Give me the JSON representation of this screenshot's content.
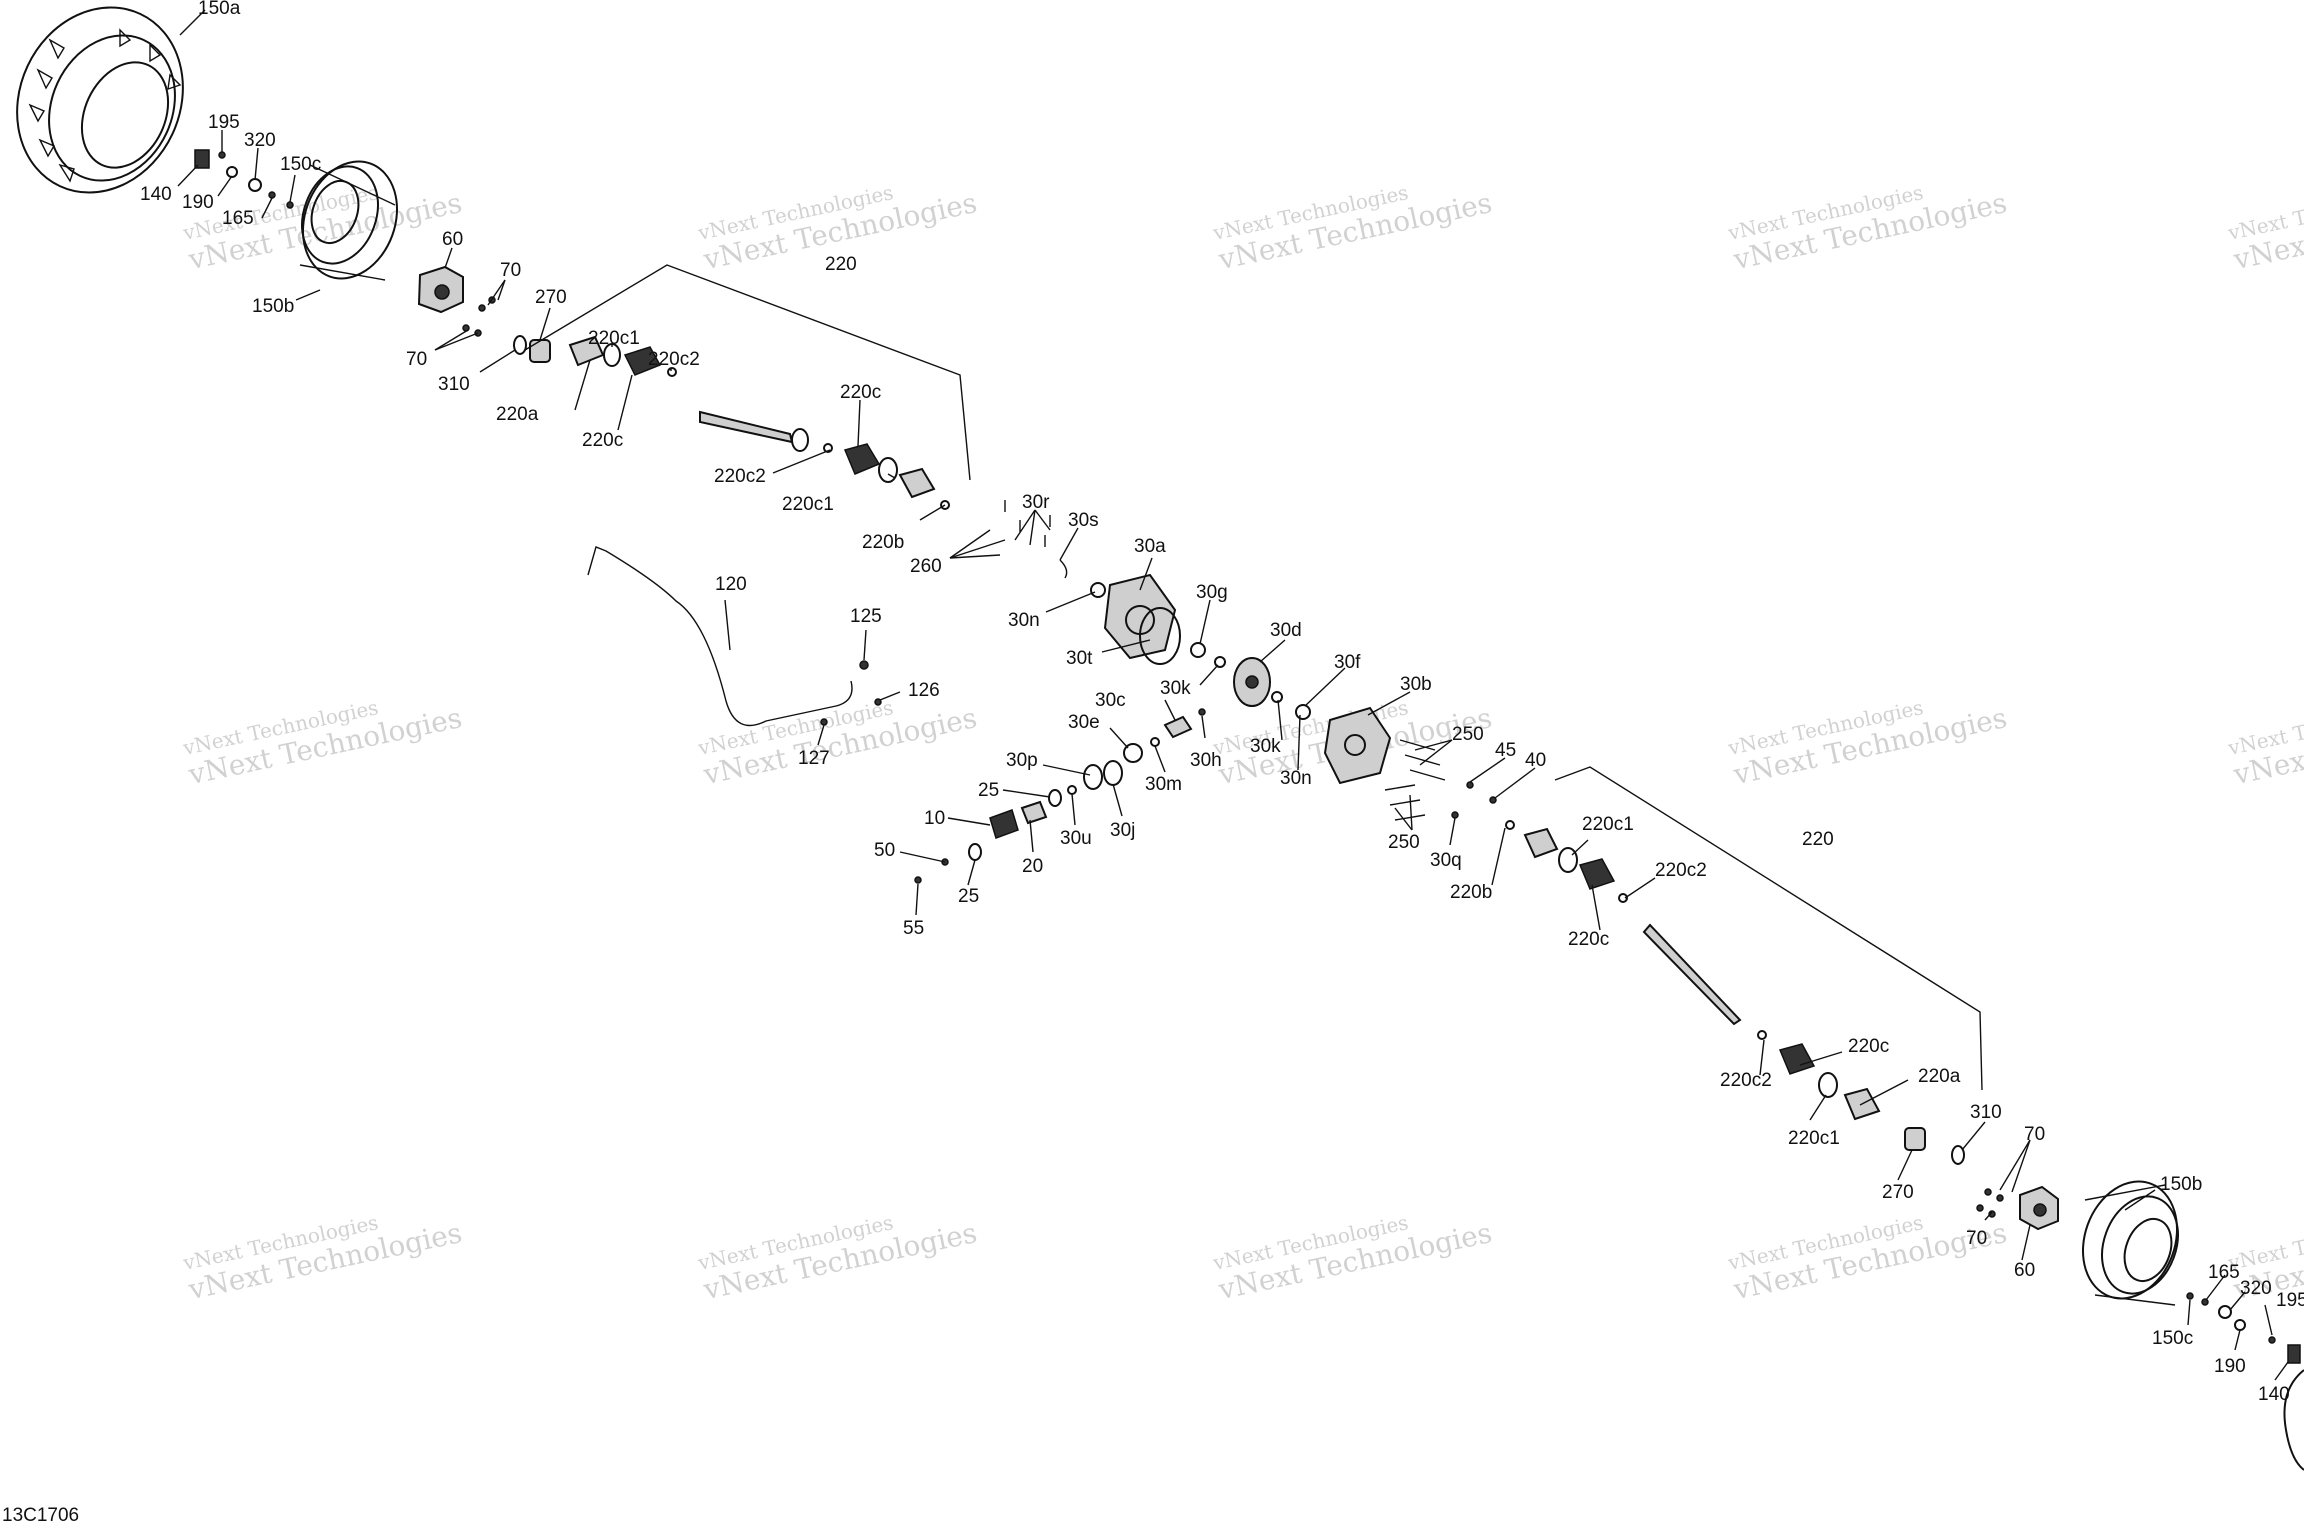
{
  "drawing_code": "13C1706",
  "watermark": {
    "line1": "vNext Technologies",
    "line2": "vNext Technologies",
    "line3": "vNext Technologies"
  },
  "labels": [
    {
      "id": "150a-top",
      "text": "150a"
    },
    {
      "id": "195-top",
      "text": "195"
    },
    {
      "id": "320-top",
      "text": "320"
    },
    {
      "id": "150c-top",
      "text": "150c"
    },
    {
      "id": "140-top",
      "text": "140"
    },
    {
      "id": "190-top",
      "text": "190"
    },
    {
      "id": "165-top",
      "text": "165"
    },
    {
      "id": "150b-top",
      "text": "150b"
    },
    {
      "id": "60-top",
      "text": "60"
    },
    {
      "id": "70-top-a",
      "text": "70"
    },
    {
      "id": "70-top-b",
      "text": "70"
    },
    {
      "id": "310-top",
      "text": "310"
    },
    {
      "id": "270-top",
      "text": "270"
    },
    {
      "id": "220-top",
      "text": "220"
    },
    {
      "id": "220c1-top-a",
      "text": "220c1"
    },
    {
      "id": "220c2-top-a",
      "text": "220c2"
    },
    {
      "id": "220a-top",
      "text": "220a"
    },
    {
      "id": "220c-top-a",
      "text": "220c"
    },
    {
      "id": "220c-top-b",
      "text": "220c"
    },
    {
      "id": "220c2-top-b",
      "text": "220c2"
    },
    {
      "id": "220c1-top-b",
      "text": "220c1"
    },
    {
      "id": "220b-top",
      "text": "220b"
    },
    {
      "id": "260",
      "text": "260"
    },
    {
      "id": "30r",
      "text": "30r"
    },
    {
      "id": "30s",
      "text": "30s"
    },
    {
      "id": "30a",
      "text": "30a"
    },
    {
      "id": "30n-a",
      "text": "30n"
    },
    {
      "id": "30t",
      "text": "30t"
    },
    {
      "id": "30g",
      "text": "30g"
    },
    {
      "id": "30k-a",
      "text": "30k"
    },
    {
      "id": "30d",
      "text": "30d"
    },
    {
      "id": "30f",
      "text": "30f"
    },
    {
      "id": "30b",
      "text": "30b"
    },
    {
      "id": "120",
      "text": "120"
    },
    {
      "id": "125",
      "text": "125"
    },
    {
      "id": "126",
      "text": "126"
    },
    {
      "id": "127",
      "text": "127"
    },
    {
      "id": "30c",
      "text": "30c"
    },
    {
      "id": "30e",
      "text": "30e"
    },
    {
      "id": "30h",
      "text": "30h"
    },
    {
      "id": "30k-b",
      "text": "30k"
    },
    {
      "id": "30n-b",
      "text": "30n"
    },
    {
      "id": "30m",
      "text": "30m"
    },
    {
      "id": "30p",
      "text": "30p"
    },
    {
      "id": "30j",
      "text": "30j"
    },
    {
      "id": "30u",
      "text": "30u"
    },
    {
      "id": "25-a",
      "text": "25"
    },
    {
      "id": "10",
      "text": "10"
    },
    {
      "id": "20",
      "text": "20"
    },
    {
      "id": "25-b",
      "text": "25"
    },
    {
      "id": "50",
      "text": "50"
    },
    {
      "id": "55",
      "text": "55"
    },
    {
      "id": "250-a",
      "text": "250"
    },
    {
      "id": "45",
      "text": "45"
    },
    {
      "id": "40",
      "text": "40"
    },
    {
      "id": "250-b",
      "text": "250"
    },
    {
      "id": "30q",
      "text": "30q"
    },
    {
      "id": "220b-bot",
      "text": "220b"
    },
    {
      "id": "220c1-bot-a",
      "text": "220c1"
    },
    {
      "id": "220-bot",
      "text": "220"
    },
    {
      "id": "220c2-bot-a",
      "text": "220c2"
    },
    {
      "id": "220c-bot-a",
      "text": "220c"
    },
    {
      "id": "220c2-bot-b",
      "text": "220c2"
    },
    {
      "id": "220c-bot-b",
      "text": "220c"
    },
    {
      "id": "220a-bot",
      "text": "220a"
    },
    {
      "id": "220c1-bot-b",
      "text": "220c1"
    },
    {
      "id": "270-bot",
      "text": "270"
    },
    {
      "id": "310-bot",
      "text": "310"
    },
    {
      "id": "70-bot-a",
      "text": "70"
    },
    {
      "id": "70-bot-b",
      "text": "70"
    },
    {
      "id": "60-bot",
      "text": "60"
    },
    {
      "id": "150b-bot",
      "text": "150b"
    },
    {
      "id": "165-bot",
      "text": "165"
    },
    {
      "id": "320-bot",
      "text": "320"
    },
    {
      "id": "195-bot",
      "text": "195"
    },
    {
      "id": "150c-bot",
      "text": "150c"
    },
    {
      "id": "190-bot",
      "text": "190"
    },
    {
      "id": "140-bot",
      "text": "140"
    }
  ]
}
